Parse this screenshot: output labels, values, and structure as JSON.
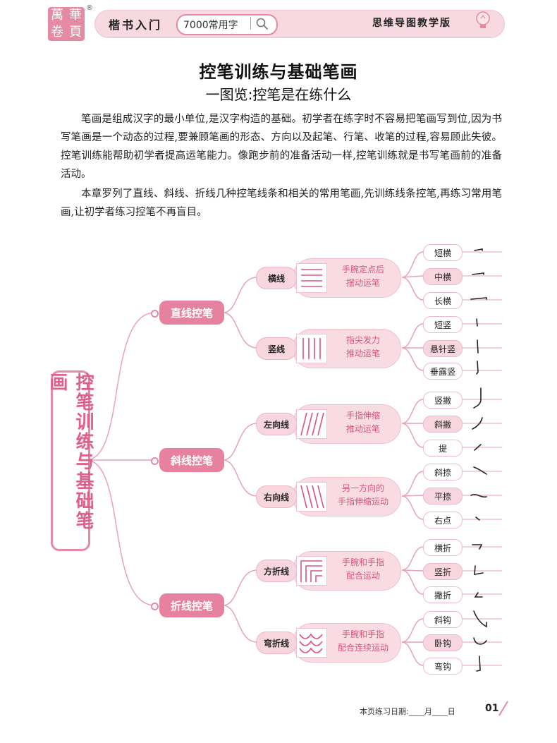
{
  "header": {
    "logo_chars": [
      "萬",
      "華",
      "卷",
      "頁"
    ],
    "logo_mark": "®",
    "brand": "楷书入门",
    "search_text": "7000常用字",
    "edition": "思维导图教学版",
    "accent_color": "#e48aa3"
  },
  "title": "控笔训练与基础笔画",
  "subtitle": "一图览:控笔是在练什么",
  "paragraphs": [
    "笔画是组成汉字的最小单位,是汉字构造的基础。初学者在练字时不容易把笔画写到位,因为书写笔画是一个动态的过程,要兼顾笔画的形态、方向以及起笔、行笔、收笔的过程,容易顾此失彼。控笔训练能帮助初学者提高运笔能力。像跑步前的准备活动一样,控笔训练就是书写笔画前的准备活动。",
    "本章罗列了直线、斜线、折线几种控笔线条和相关的常用笔画,先训练线条控笔,再练习常用笔画,让初学者练习控笔不再盲目。"
  ],
  "mindmap": {
    "root": "控笔训练与基础笔画",
    "branches": [
      {
        "label": "直线控笔",
        "children": [
          {
            "label": "横线",
            "desc": [
              "手腕定点后",
              "摆动运笔"
            ],
            "strokes": [
              "短横",
              "中横",
              "长横"
            ]
          },
          {
            "label": "竖线",
            "desc": [
              "指尖发力",
              "推动运笔"
            ],
            "strokes": [
              "短竖",
              "悬针竖",
              "垂露竖"
            ]
          }
        ]
      },
      {
        "label": "斜线控笔",
        "children": [
          {
            "label": "左向线",
            "desc": [
              "手指伸缩",
              "推动运笔"
            ],
            "strokes": [
              "竖撇",
              "斜撇",
              "提"
            ]
          },
          {
            "label": "右向线",
            "desc": [
              "另一方向的",
              "手指伸缩运动"
            ],
            "strokes": [
              "斜捺",
              "平捺",
              "右点"
            ]
          }
        ]
      },
      {
        "label": "折线控笔",
        "children": [
          {
            "label": "方折线",
            "desc": [
              "手腕和手指",
              "配合运动"
            ],
            "strokes": [
              "横折",
              "竖折",
              "撇折"
            ]
          },
          {
            "label": "弯折线",
            "desc": [
              "手腕和手指",
              "配合连续运动"
            ],
            "strokes": [
              "斜钩",
              "卧钩",
              "弯钩"
            ]
          }
        ]
      }
    ]
  },
  "footer": {
    "date_label": "本页练习日期:____月____日",
    "page_number": "01"
  }
}
